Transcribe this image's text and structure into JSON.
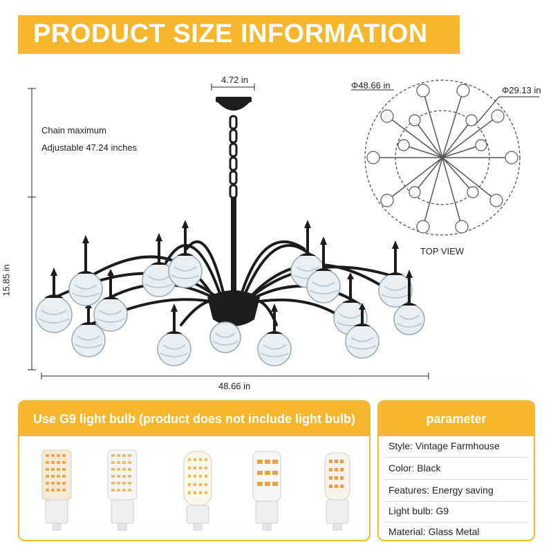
{
  "banner": {
    "title": "PRODUCT SIZE INFORMATION"
  },
  "dimensions": {
    "canopy_width": "4.72 in",
    "outer_diameter": "Φ48.66 in",
    "inner_diameter": "Φ29.13 in",
    "height": "15.85 in",
    "width": "48.66 in",
    "chain_line1": "Chain maximum",
    "chain_line2": "Adjustable 47.24 inches"
  },
  "top_view": {
    "label": "TOP VIEW"
  },
  "bulb_panel": {
    "title": "Use G9 light bulb (product does not include light bulb)"
  },
  "param_panel": {
    "title": "parameter",
    "rows": [
      "Style: Vintage Farmhouse",
      "Color: Black",
      "Features: Energy saving",
      "Light bulb: G9",
      "Material: Glass Metal"
    ]
  },
  "colors": {
    "accent": "#f5b730",
    "frame": "#1c1c1c"
  }
}
